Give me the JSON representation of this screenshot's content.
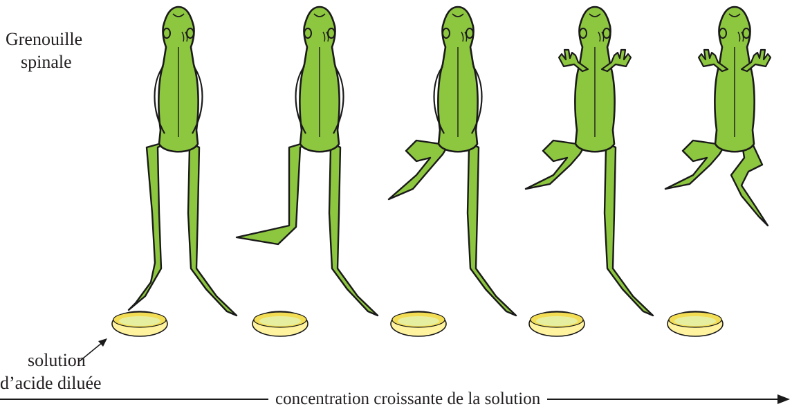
{
  "figure": {
    "title_line1": "Grenouille",
    "title_line2": "spinale",
    "solution_line1": "solution",
    "solution_line2": "d’acide diluée",
    "axis_label": "concentration croissante de la solution"
  },
  "colors": {
    "frog_fill": "#8dc63f",
    "frog_outline": "#1a1a1a",
    "dish_rim": "#f3dd55",
    "dish_fill": "#fff3a0",
    "solution_fill": "#e6efa0",
    "text": "#231f20"
  },
  "stages": [
    {
      "index": 1,
      "leg_response": "none",
      "arm_response": "none"
    },
    {
      "index": 2,
      "leg_response": "one leg raised",
      "arm_response": "none"
    },
    {
      "index": 3,
      "leg_response": "one leg flexed",
      "arm_response": "none"
    },
    {
      "index": 4,
      "leg_response": "one leg flexed",
      "arm_response": "both arms raised"
    },
    {
      "index": 5,
      "leg_response": "both legs flexed",
      "arm_response": "both arms raised"
    }
  ]
}
